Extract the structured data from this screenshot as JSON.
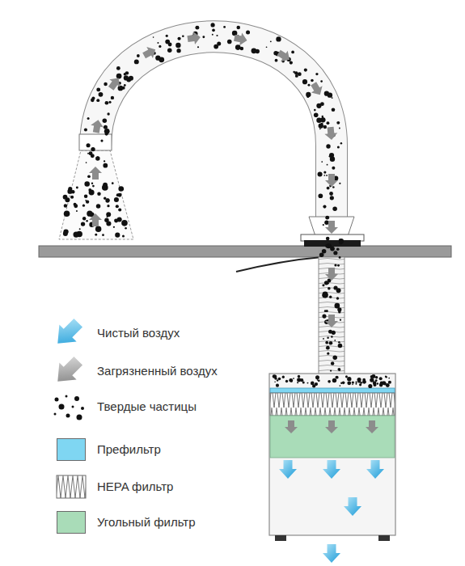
{
  "diagram": {
    "legend": [
      {
        "text": "Чистый воздух"
      },
      {
        "text": "Загрязненный воздух"
      },
      {
        "text": "Твердые частицы"
      },
      {
        "text": "Префильтр",
        "color": "#7fd6f2"
      },
      {
        "text": "HEPA фильтр"
      },
      {
        "text": "Угольный фильтр",
        "color": "#a9dcb8"
      }
    ]
  }
}
